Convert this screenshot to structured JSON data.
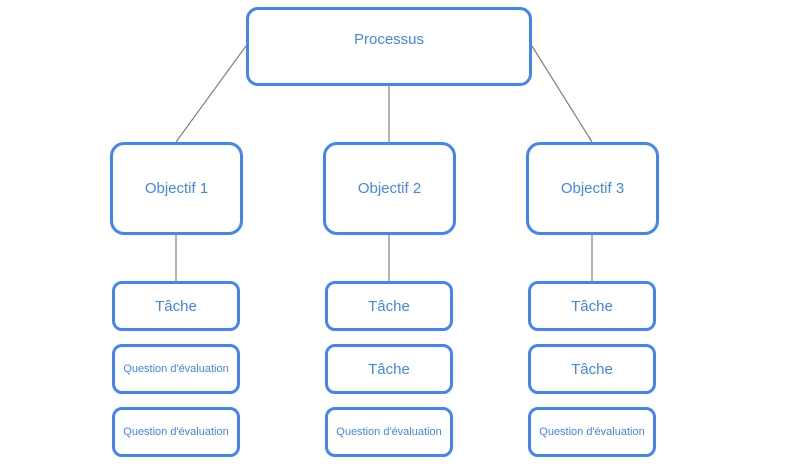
{
  "diagram": {
    "root": {
      "label": "Processus"
    },
    "columns": [
      {
        "objective": "Objectif 1",
        "children": [
          "Tâche",
          "Question d'évaluation",
          "Question d'évaluation"
        ]
      },
      {
        "objective": "Objectif 2",
        "children": [
          "Tâche",
          "Tâche",
          "Question d'évaluation"
        ]
      },
      {
        "objective": "Objectif 3",
        "children": [
          "Tâche",
          "Tâche",
          "Question d'évaluation"
        ]
      }
    ],
    "colors": {
      "node_border": "#4285f4",
      "node_text": "#4285f4",
      "node_fill": "#ffffff",
      "connector": "#808080",
      "background": "#ffffff"
    }
  }
}
